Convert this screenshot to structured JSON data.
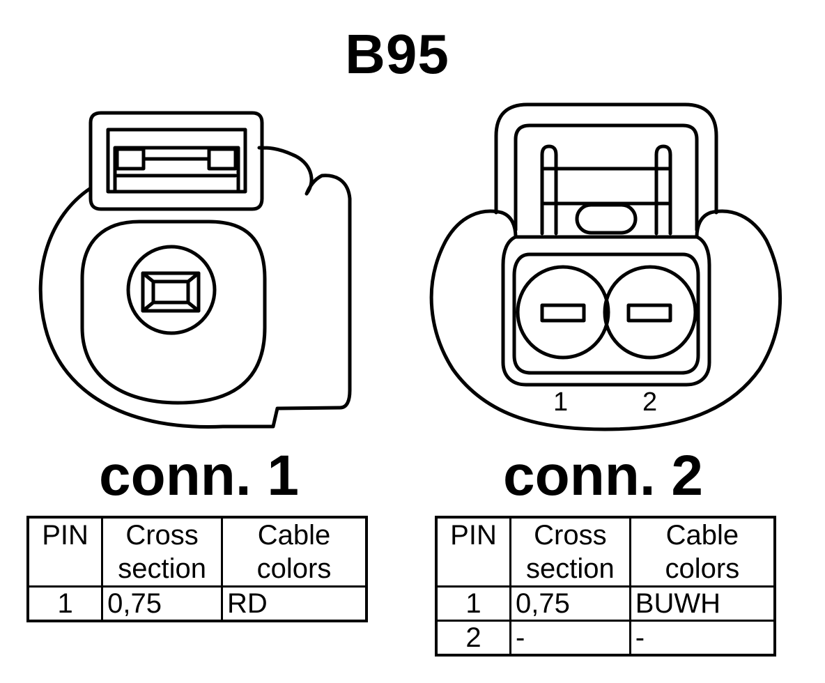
{
  "title": "B95",
  "connectors": [
    {
      "label": "conn. 1",
      "table": {
        "headers": {
          "pin": "PIN",
          "cross_section": "Cross section",
          "cable_colors": "Cable colors"
        },
        "rows": [
          {
            "pin": "1",
            "cross_section": "0,75",
            "cable_colors": "RD"
          }
        ]
      }
    },
    {
      "label": "conn. 2",
      "pin_numbers": [
        "1",
        "2"
      ],
      "table": {
        "headers": {
          "pin": "PIN",
          "cross_section": "Cross section",
          "cable_colors": "Cable colors"
        },
        "rows": [
          {
            "pin": "1",
            "cross_section": "0,75",
            "cable_colors": "BUWH"
          },
          {
            "pin": "2",
            "cross_section": "-",
            "cable_colors": "-"
          }
        ]
      }
    }
  ]
}
